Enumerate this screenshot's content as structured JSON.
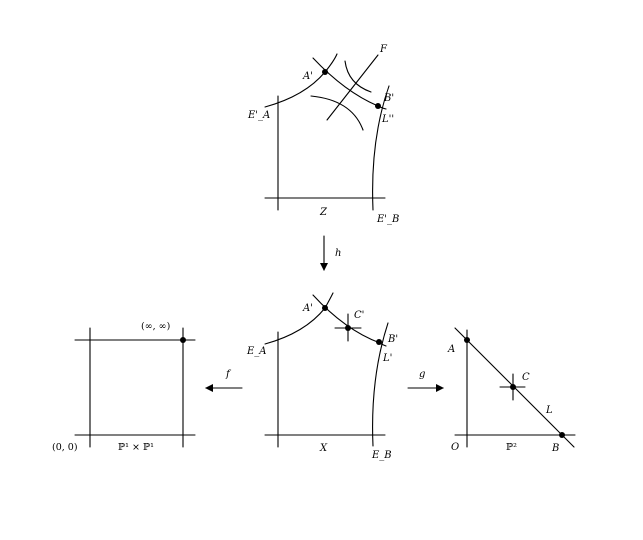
{
  "diagram": {
    "top_panel": {
      "labels": {
        "A_prime": "A'",
        "F": "F",
        "B_prime": "B'",
        "E_A_prime": "E'_A",
        "L_double_prime": "L''",
        "Z": "Z",
        "E_B_prime": "E'_B"
      }
    },
    "arrow_h": {
      "label": "h"
    },
    "left_panel": {
      "labels": {
        "infinity_point": "(∞, ∞)",
        "origin": "(0, 0)",
        "space": "ℙ¹ × ℙ¹"
      }
    },
    "arrow_f": {
      "label": "f"
    },
    "middle_panel": {
      "labels": {
        "A_prime": "A'",
        "C_prime": "C'",
        "B_prime": "B'",
        "E_A": "E_A",
        "L_prime": "L'",
        "X": "X",
        "E_B": "E_B"
      }
    },
    "arrow_g": {
      "label": "g"
    },
    "right_panel": {
      "labels": {
        "A": "A",
        "C": "C",
        "L": "L",
        "O": "O",
        "space": "ℙ²",
        "B": "B"
      }
    },
    "colors": {
      "ink": "#000000",
      "background": "#ffffff"
    }
  }
}
